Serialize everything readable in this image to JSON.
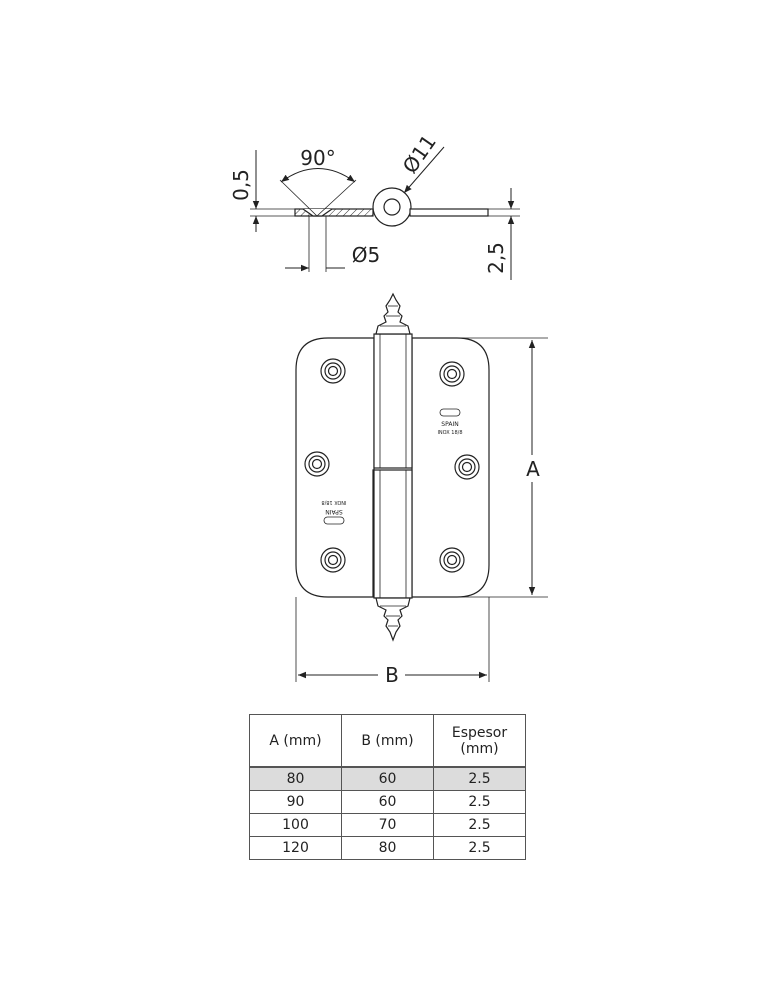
{
  "drawing": {
    "top_view": {
      "thickness_label": "0,5",
      "angle_label": "90°",
      "knuckle_diameter_label": "Ø11",
      "hole_diameter_label": "Ø5",
      "plate_thickness_label": "2,5"
    },
    "front_view": {
      "height_label": "A",
      "width_label": "B",
      "stamp_left": {
        "line1": "SPAIN",
        "line2": "INOX 18/8"
      },
      "stamp_right": {
        "line1": "SPAIN",
        "line2": "INOX 18/8"
      }
    }
  },
  "table": {
    "headers": [
      "A (mm)",
      "B (mm)",
      "Espesor (mm)"
    ],
    "rows": [
      [
        "80",
        "60",
        "2.5"
      ],
      [
        "90",
        "60",
        "2.5"
      ],
      [
        "100",
        "70",
        "2.5"
      ],
      [
        "120",
        "80",
        "2.5"
      ]
    ],
    "highlight_color": "#dcdcdc"
  }
}
